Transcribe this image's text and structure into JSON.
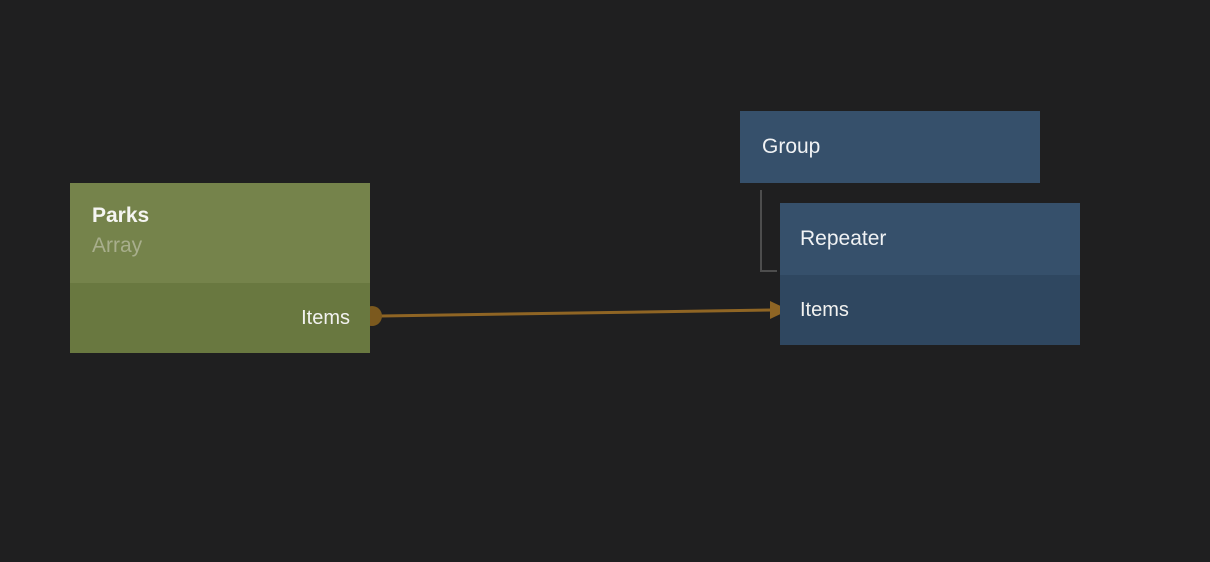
{
  "canvas": {
    "background_color": "#1F1F20"
  },
  "nodes": {
    "parks": {
      "title": "Parks",
      "subtitle": "Array",
      "output_port": "Items",
      "header_color": "#75834B",
      "body_color": "#697840",
      "subtitle_color": "#A8AE8C"
    },
    "group": {
      "title": "Group",
      "color": "#36506B"
    },
    "repeater": {
      "title": "Repeater",
      "input_port": "Items",
      "header_color": "#36506B",
      "body_color": "#2F4760"
    }
  },
  "edges": {
    "data_connection": {
      "from": "Parks Items",
      "to": "Repeater Items",
      "color": "#8F6524",
      "dot_color": "#7B591E"
    },
    "hierarchy_connection": {
      "from": "Group",
      "to": "Repeater",
      "color": "#4D4D4D"
    }
  }
}
